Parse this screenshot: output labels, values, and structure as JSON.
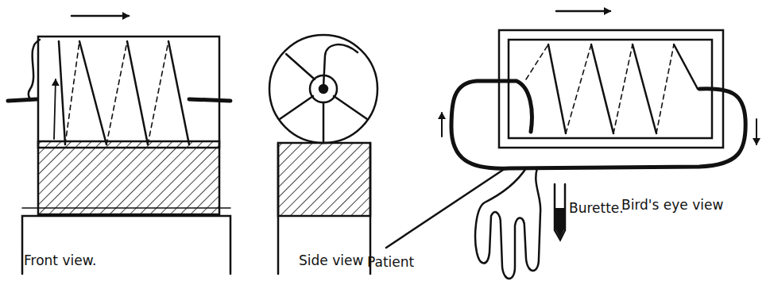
{
  "diagram": {
    "labels": [
      "Front view.",
      "Side view",
      "Bird's eye view",
      "Burette.",
      "Patient"
    ]
  }
}
